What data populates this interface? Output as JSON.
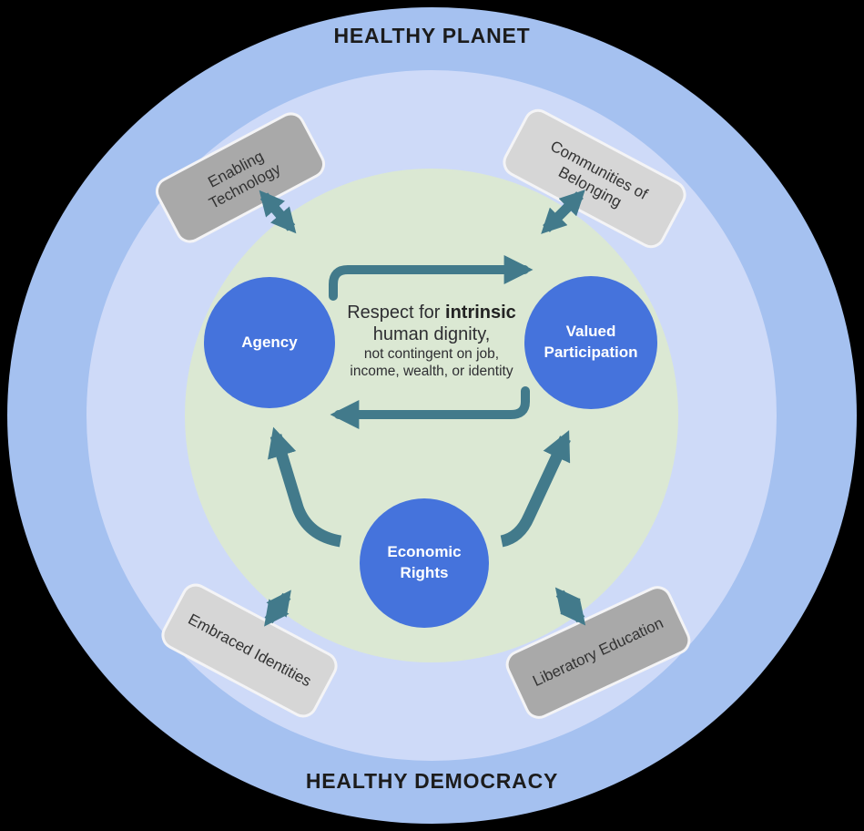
{
  "labels": {
    "top": "HEALTHY PLANET",
    "bottom": "HEALTHY DEMOCRACY"
  },
  "nodes": {
    "agency": {
      "label": "Agency"
    },
    "valued_participation": {
      "label": "Valued Participation"
    },
    "economic_rights": {
      "label": "Economic Rights"
    }
  },
  "center_message": {
    "line1_prefix": "Respect for ",
    "line1_emphasis": "intrinsic",
    "line2": "human dignity,",
    "line3": "not contingent on job,",
    "line4": "income, wealth, or identity"
  },
  "satellites": [
    {
      "label": "Enabling Technology",
      "tone": "dark"
    },
    {
      "label": "Communities of Belonging",
      "tone": "light"
    },
    {
      "label": "Embraced Identities",
      "tone": "light"
    },
    {
      "label": "Liberatory Education",
      "tone": "dark"
    }
  ],
  "arrows": [
    {
      "name": "agency-to-valued-participation",
      "direction": "right"
    },
    {
      "name": "valued-participation-to-agency",
      "direction": "left"
    },
    {
      "name": "economic-rights-to-agency",
      "direction": "up-left"
    },
    {
      "name": "economic-rights-to-valued-participation",
      "direction": "up-right"
    },
    {
      "name": "enabling-technology-link",
      "type": "double"
    },
    {
      "name": "communities-of-belonging-link",
      "type": "double"
    },
    {
      "name": "embraced-identities-link",
      "type": "double"
    },
    {
      "name": "liberatory-education-link",
      "type": "double"
    }
  ],
  "colors": {
    "outer_ring": "#a5c1f0",
    "middle_ring": "#cedaf8",
    "inner_circle": "#dbe8d3",
    "node_fill": "#4573dc",
    "node_text": "#ffffff",
    "arrow": "#427a8b",
    "satellite_dark": "#a9a9a9",
    "satellite_light": "#d6d6d6",
    "title_text": "#1c1c1c"
  }
}
